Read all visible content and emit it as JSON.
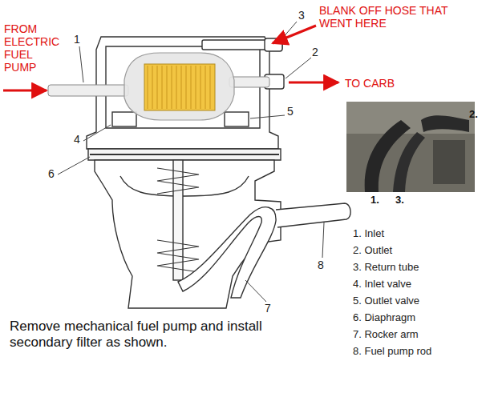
{
  "diagram": {
    "caption": "Remove mechanical fuel pump and install secondary filter as shown.",
    "labels": [
      "1",
      "FROM ELECTRIC FUEL PUMP",
      "3",
      "BLANK OFF HOSE THAT WENT HERE",
      "2",
      "TO CARB",
      "5",
      "4",
      "6",
      "2.",
      "1.",
      "3.",
      "8",
      "7",
      "1. Inlet",
      "2. Outlet",
      "3. Return tube",
      "4. Inlet valve",
      "5. Outlet valve",
      "6. Diaphragm",
      "7. Rocker arm",
      "8. Fuel pump rod"
    ]
  }
}
